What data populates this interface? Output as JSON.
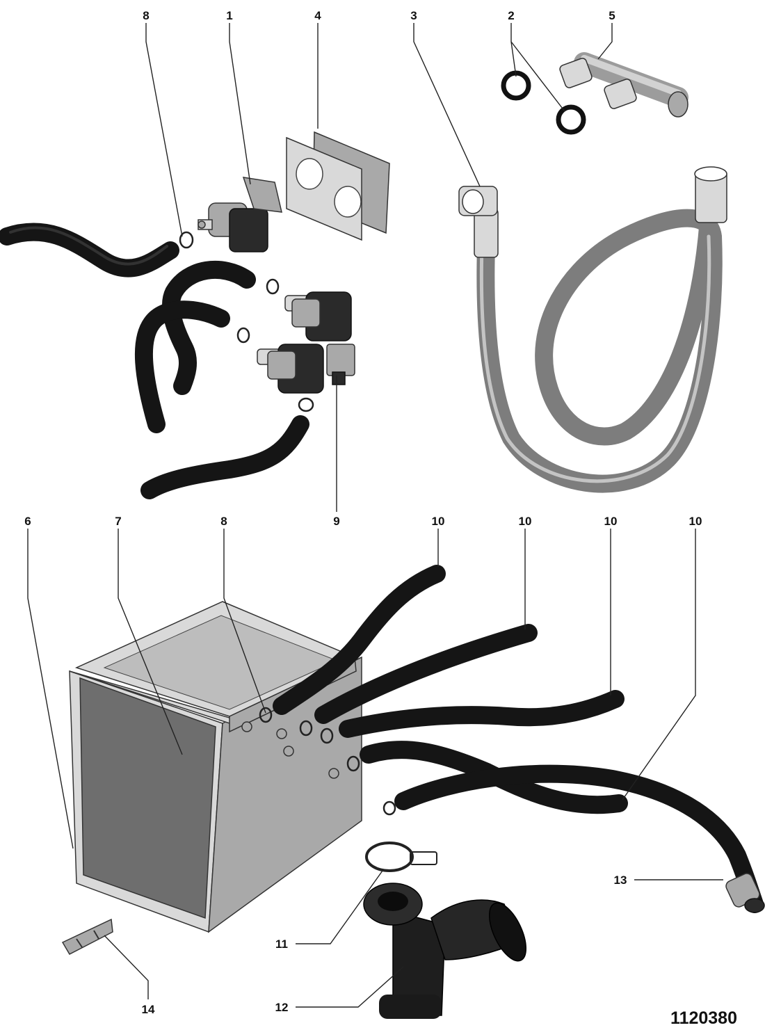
{
  "callouts": {
    "c1": "1",
    "c2": "2",
    "c3": "3",
    "c4": "4",
    "c5": "5",
    "c6": "6",
    "c7": "7",
    "c8a": "8",
    "c8b": "8",
    "c9": "9",
    "c10a": "10",
    "c10b": "10",
    "c10c": "10",
    "c10d": "10",
    "c11": "11",
    "c12": "12",
    "c13": "13",
    "c14": "14"
  },
  "document_number": "1120380",
  "colors": {
    "hose_black": "#151515",
    "hose_grey": "#7d7d7d",
    "part_light": "#d9d9d9",
    "part_mid": "#a9a9a9"
  }
}
